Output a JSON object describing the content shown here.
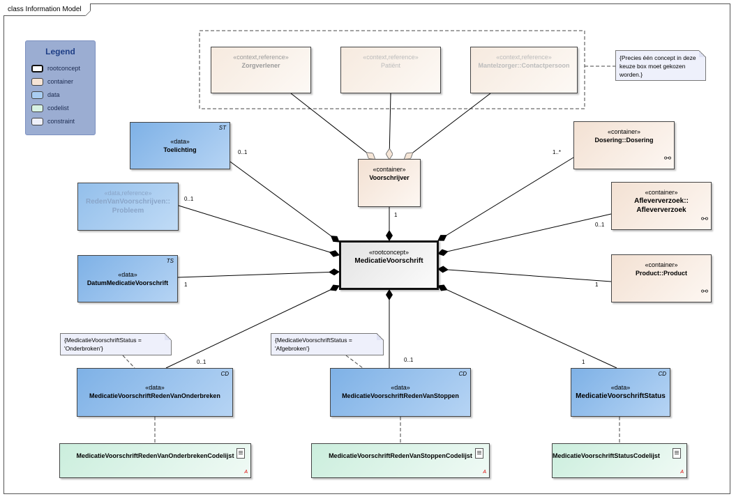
{
  "frame_title": "class Information Model",
  "legend": {
    "title": "Legend",
    "items": [
      {
        "label": "rootconcept",
        "color": "#ffffff"
      },
      {
        "label": "container",
        "color": "#f6e4d6"
      },
      {
        "label": "data",
        "color": "#a9cdf2"
      },
      {
        "label": "codelist",
        "color": "#d7f2e3"
      },
      {
        "label": "constraint",
        "color": "#eef0fb"
      }
    ]
  },
  "context_boxes": [
    {
      "stereotype": "«context,reference»",
      "name": "Zorgverlener"
    },
    {
      "stereotype": "«context,reference»",
      "name": "Patiënt"
    },
    {
      "stereotype": "«context,reference»",
      "name": "Mantelzorger::Contactpersoon"
    }
  ],
  "context_note": "{Precies één concept in deze keuze box moet gekozen worden.}",
  "voorschrijver": {
    "stereotype": "«container»",
    "name": "Voorschrijver"
  },
  "root": {
    "stereotype": "«rootconcept»",
    "name": "MedicatieVoorschrift"
  },
  "left_boxes": [
    {
      "tag": "ST",
      "stereotype": "«data»",
      "name": "Toelichting"
    },
    {
      "tag": "",
      "stereotype": "«data,reference»",
      "name": "RedenVanVoorschrijven::",
      "name2": "Probleem"
    },
    {
      "tag": "TS",
      "stereotype": "«data»",
      "name": "DatumMedicatieVoorschrift"
    }
  ],
  "right_boxes": [
    {
      "stereotype": "«container»",
      "name": "Dosering::Dosering"
    },
    {
      "stereotype": "«container»",
      "name": "Afleververzoek::",
      "name2": "Afleververzoek"
    },
    {
      "stereotype": "«container»",
      "name": "Product::Product"
    }
  ],
  "bottom_boxes": [
    {
      "tag": "CD",
      "stereotype": "«data»",
      "name": "MedicatieVoorschriftRedenVanOnderbreken"
    },
    {
      "tag": "CD",
      "stereotype": "«data»",
      "name": "MedicatieVoorschriftRedenVanStoppen"
    },
    {
      "tag": "CD",
      "stereotype": "«data»",
      "name": "MedicatieVoorschriftStatus"
    }
  ],
  "codelists": [
    {
      "name": "MedicatieVoorschriftRedenVanOnderbrekenCodelijst"
    },
    {
      "name": "MedicatieVoorschriftRedenVanStoppenCodelijst"
    },
    {
      "name": "MedicatieVoorschriftStatusCodelijst"
    }
  ],
  "notes": [
    {
      "line1": "{MedicatieVoorschriftStatus =",
      "line2": "'Onderbroken'}"
    },
    {
      "line1": "{MedicatieVoorschriftStatus =",
      "line2": "'Afgebroken'}"
    }
  ],
  "multiplicities": {
    "toelichting": "0..1",
    "reden": "0..1",
    "datum": "1",
    "voorschrijver": "1",
    "dosering": "1..*",
    "afleververzoek": "0..1",
    "product": "1",
    "onderbreken": "0..1",
    "stoppen": "0..1",
    "status": "1"
  }
}
